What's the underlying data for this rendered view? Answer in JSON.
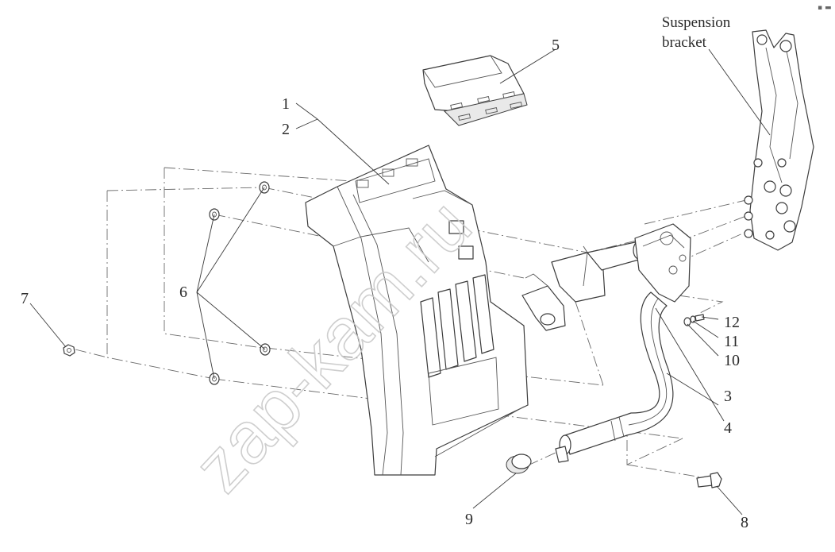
{
  "diagram": {
    "watermark": "zap-kam.ru",
    "corner_mark": "▪ ▬",
    "bracket_label": [
      "Suspension",
      "bracket"
    ],
    "callouts": [
      "1",
      "2",
      "3",
      "4",
      "5",
      "6",
      "7",
      "8",
      "9",
      "10",
      "11",
      "12"
    ]
  }
}
